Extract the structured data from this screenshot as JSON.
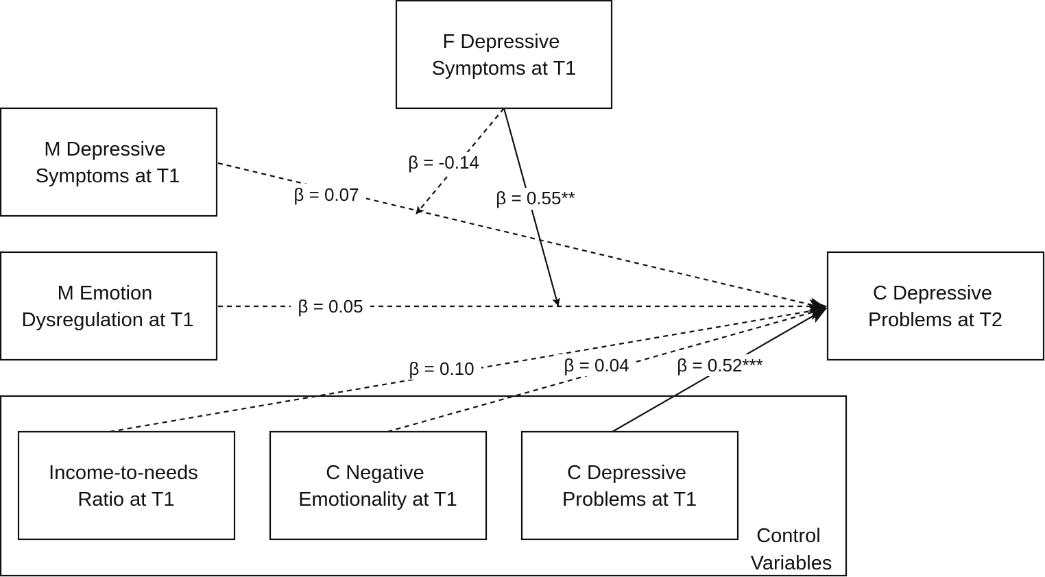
{
  "nodes": {
    "f_dep": [
      "F Depressive",
      "Symptoms at T1"
    ],
    "m_dep": [
      "M Depressive",
      "Symptoms at T1"
    ],
    "m_emo": [
      "M Emotion",
      "Dysregulation at T1"
    ],
    "c_dep_t2": [
      "C Depressive",
      "Problems at T2"
    ],
    "income": [
      "Income-to-needs",
      "Ratio at T1"
    ],
    "c_neg": [
      "C Negative",
      "Emotionality at T1"
    ],
    "c_dep_t1": [
      "C Depressive",
      "Problems at T1"
    ]
  },
  "group": {
    "label": [
      "Control",
      "Variables"
    ]
  },
  "edges": [
    {
      "from": "f_dep",
      "to": "m_dep_path",
      "label": "β = -0.14",
      "style": "dashed"
    },
    {
      "from": "f_dep",
      "to": "m_emo_path",
      "label": "β = 0.55**",
      "style": "solid"
    },
    {
      "from": "m_dep",
      "to": "c_dep_t2",
      "label": "β = 0.07",
      "style": "dashed"
    },
    {
      "from": "m_emo",
      "to": "c_dep_t2",
      "label": "β = 0.05",
      "style": "dashed"
    },
    {
      "from": "income",
      "to": "c_dep_t2",
      "label": "β = 0.10",
      "style": "dashed"
    },
    {
      "from": "c_neg",
      "to": "c_dep_t2",
      "label": "β = 0.04",
      "style": "dashed"
    },
    {
      "from": "c_dep_t1",
      "to": "c_dep_t2",
      "label": "β = 0.52***",
      "style": "solid"
    }
  ]
}
